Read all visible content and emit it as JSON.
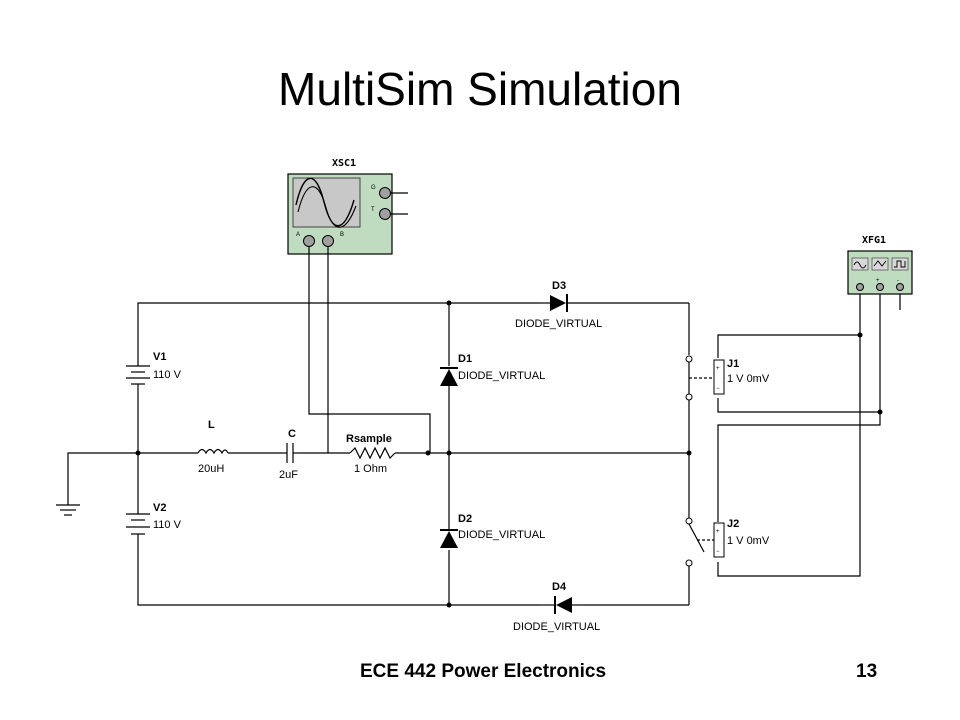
{
  "slide": {
    "title": "MultiSim Simulation",
    "footer_course": "ECE 442 Power Electronics",
    "footer_page": "13"
  },
  "instruments": {
    "oscilloscope": {
      "name": "XSC1",
      "terminals": [
        "G",
        "T",
        "A",
        "B"
      ],
      "body_color": "#c0dcc0",
      "screen_color": "#c8c8c8"
    },
    "function_generator": {
      "name": "XFG1",
      "terminals": [
        "+",
        "-"
      ]
    }
  },
  "components": {
    "v1": {
      "name": "V1",
      "value": "110 V"
    },
    "v2": {
      "name": "V2",
      "value": "110 V"
    },
    "inductor": {
      "name": "L",
      "value": "20uH"
    },
    "capacitor": {
      "name": "C",
      "value": "2uF"
    },
    "resistor": {
      "name": "Rsample",
      "value": "1 Ohm"
    },
    "d1": {
      "name": "D1",
      "model": "DIODE_VIRTUAL"
    },
    "d2": {
      "name": "D2",
      "model": "DIODE_VIRTUAL"
    },
    "d3": {
      "name": "D3",
      "model": "DIODE_VIRTUAL"
    },
    "d4": {
      "name": "D4",
      "model": "DIODE_VIRTUAL"
    },
    "j1": {
      "name": "J1",
      "value": "1 V 0mV"
    },
    "j2": {
      "name": "J2",
      "value": "1 V 0mV"
    }
  }
}
